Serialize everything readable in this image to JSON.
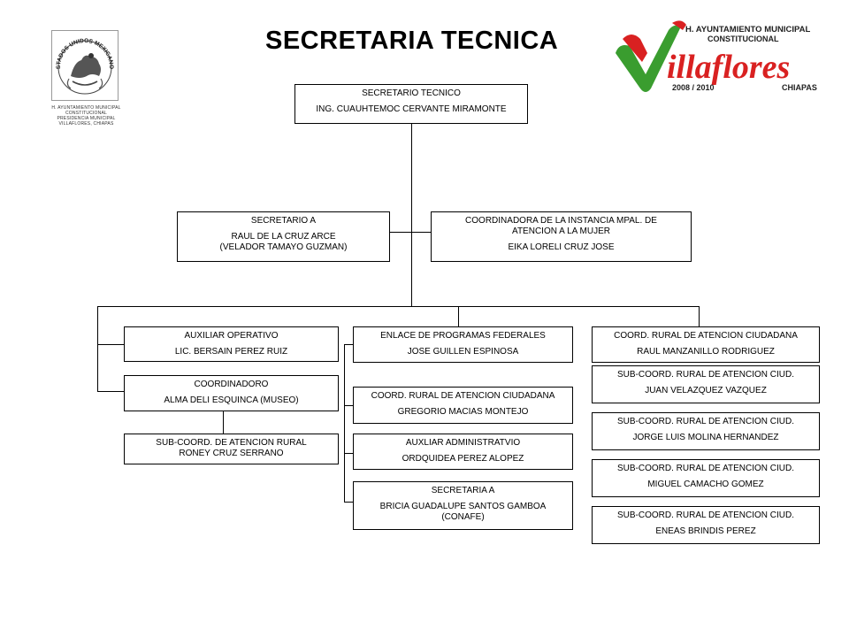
{
  "title": "SECRETARIA TECNICA",
  "seal": {
    "ring_text": "ESTADOS UNIDOS MEXICANOS",
    "caption": [
      "H. AYUNTAMIENTO MUNICIPAL CONSTITUCIONAL",
      "PRESIDENCIA MUNICIPAL",
      "VILLAFLORES, CHIAPAS"
    ]
  },
  "logo": {
    "top_line_1": "H. AYUNTAMIENTO MUNICIPAL",
    "top_line_2": "CONSTITUCIONAL",
    "brand": "illaflores",
    "years": "2008 / 2010",
    "state": "CHIAPAS",
    "colors": {
      "red": "#d92121",
      "green": "#3a9d2f",
      "dark": "#222222"
    }
  },
  "nodes": {
    "secretario_tecnico": {
      "role": "SECRETARIO TECNICO",
      "name": "ING. CUAUHTEMOC CERVANTE MIRAMONTE"
    },
    "secretario_a": {
      "role": "SECRETARIO A",
      "name_1": "RAUL DE LA CRUZ ARCE",
      "name_2": "(VELADOR TAMAYO GUZMAN)"
    },
    "coordinadora_mujer": {
      "role_1": "COORDINADORA DE LA INSTANCIA MPAL. DE",
      "role_2": "ATENCION A  LA MUJER",
      "name": "EIKA LORELI CRUZ JOSE"
    },
    "auxiliar_operativo": {
      "role": "AUXILIAR OPERATIVO",
      "name": "LIC. BERSAIN PEREZ RUIZ"
    },
    "coordinadoro": {
      "role": "COORDINADORO",
      "name": "ALMA DELI ESQUINCA (MUSEO)"
    },
    "sub_coord_atencion_rural": {
      "role": "SUB-COORD. DE ATENCION RURAL",
      "name": "RONEY CRUZ SERRANO"
    },
    "enlace_programas": {
      "role": "ENLACE DE PROGRAMAS FEDERALES",
      "name": "JOSE GUILLEN ESPINOSA"
    },
    "coord_rural_gregorio": {
      "role": "COORD. RURAL DE ATENCION CIUDADANA",
      "name": "GREGORIO MACIAS MONTEJO"
    },
    "auxiliar_administrativo": {
      "role": "AUXLIAR ADMINISTRATVIO",
      "name": "ORDQUIDEA PEREZ ALOPEZ"
    },
    "secretaria_a": {
      "role": "SECRETARIA A",
      "name_1": "BRICIA GUADALUPE SANTOS GAMBOA",
      "name_2": "(CONAFE)"
    },
    "coord_rural_raul": {
      "role": "COORD. RURAL DE ATENCION CIUDADANA",
      "name": "RAUL MANZANILLO RODRIGUEZ"
    },
    "sub_juan": {
      "role": "SUB-COORD. RURAL DE ATENCION CIUD.",
      "name": "JUAN VELAZQUEZ VAZQUEZ"
    },
    "sub_jorge": {
      "role": "SUB-COORD. RURAL DE ATENCION CIUD.",
      "name": "JORGE LUIS MOLINA HERNANDEZ"
    },
    "sub_miguel": {
      "role": "SUB-COORD. RURAL DE ATENCION CIUD.",
      "name": "MIGUEL CAMACHO GOMEZ"
    },
    "sub_eneas": {
      "role": "SUB-COORD. RURAL DE ATENCION CIUD.",
      "name": "ENEAS BRINDIS PEREZ"
    }
  }
}
